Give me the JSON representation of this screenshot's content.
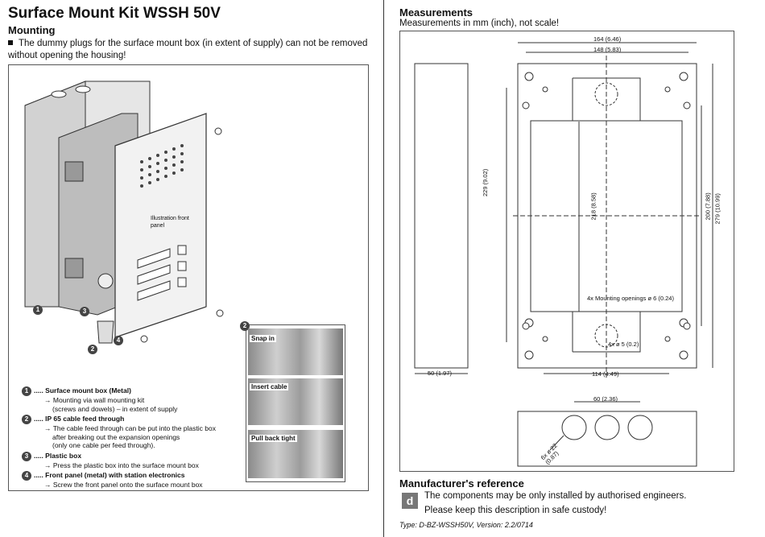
{
  "header": {
    "title": "Surface Mount Kit WSSH 50V",
    "mounting_heading": "Mounting",
    "mounting_note": "The dummy plugs for the surface mount box (in extent of supply) can not be removed without opening the housing!"
  },
  "illustration": {
    "front_panel_label": "Illustration front panel",
    "callouts": [
      "1",
      "2",
      "3",
      "4"
    ]
  },
  "legend": {
    "items": [
      {
        "num": "1",
        "title": "..... Surface mount box (Metal)",
        "lines": [
          "→ Mounting via wall mounting kit",
          "(screws and dowels) – in extent of supply"
        ]
      },
      {
        "num": "2",
        "title": "..... IP 65 cable feed through",
        "lines": [
          "→ The cable feed through can be put into the plastic box",
          "after breaking out the expansion openings",
          "(only one cable per feed through)."
        ]
      },
      {
        "num": "3",
        "title": "..... Plastic box",
        "lines": [
          "→ Press the plastic box into the surface mount box"
        ]
      },
      {
        "num": "4",
        "title": "..... Front panel (metal) with station electronics",
        "lines": [
          "→ Screw the front panel onto the surface mount box"
        ]
      }
    ]
  },
  "steps_panel": {
    "badge": "2",
    "steps": [
      "Snap in",
      "Insert cable",
      "Pull back tight"
    ]
  },
  "measurements": {
    "heading": "Measurements",
    "note": "Measurements in mm (inch), not scale!",
    "dims": {
      "width_outer": "164 (6.46)",
      "width_inner": "148 (5.83)",
      "height_229": "229 (9.02)",
      "height_218": "218 (8.58)",
      "height_200": "200 (7.88)",
      "height_279": "279 (10.99)",
      "mounting_openings": "4x Mounting openings ø 6 (0.24)",
      "holes_small": "4x ø 5 (0.2)",
      "depth": "50 (1.97)",
      "width_114": "114 (4.49)",
      "spacing_60": "60 (2.36)",
      "holes_large": "6x ø 22",
      "holes_large_inch": "(0.87)"
    }
  },
  "manufacturer": {
    "heading": "Manufacturer's reference",
    "line1": "The components may be only installed by authorised engineers.",
    "line2": "Please keep this description in safe custody!",
    "logo_glyph": "d",
    "footer": "Type: D-BZ-WSSH50V, Version: 2.2/0714"
  }
}
